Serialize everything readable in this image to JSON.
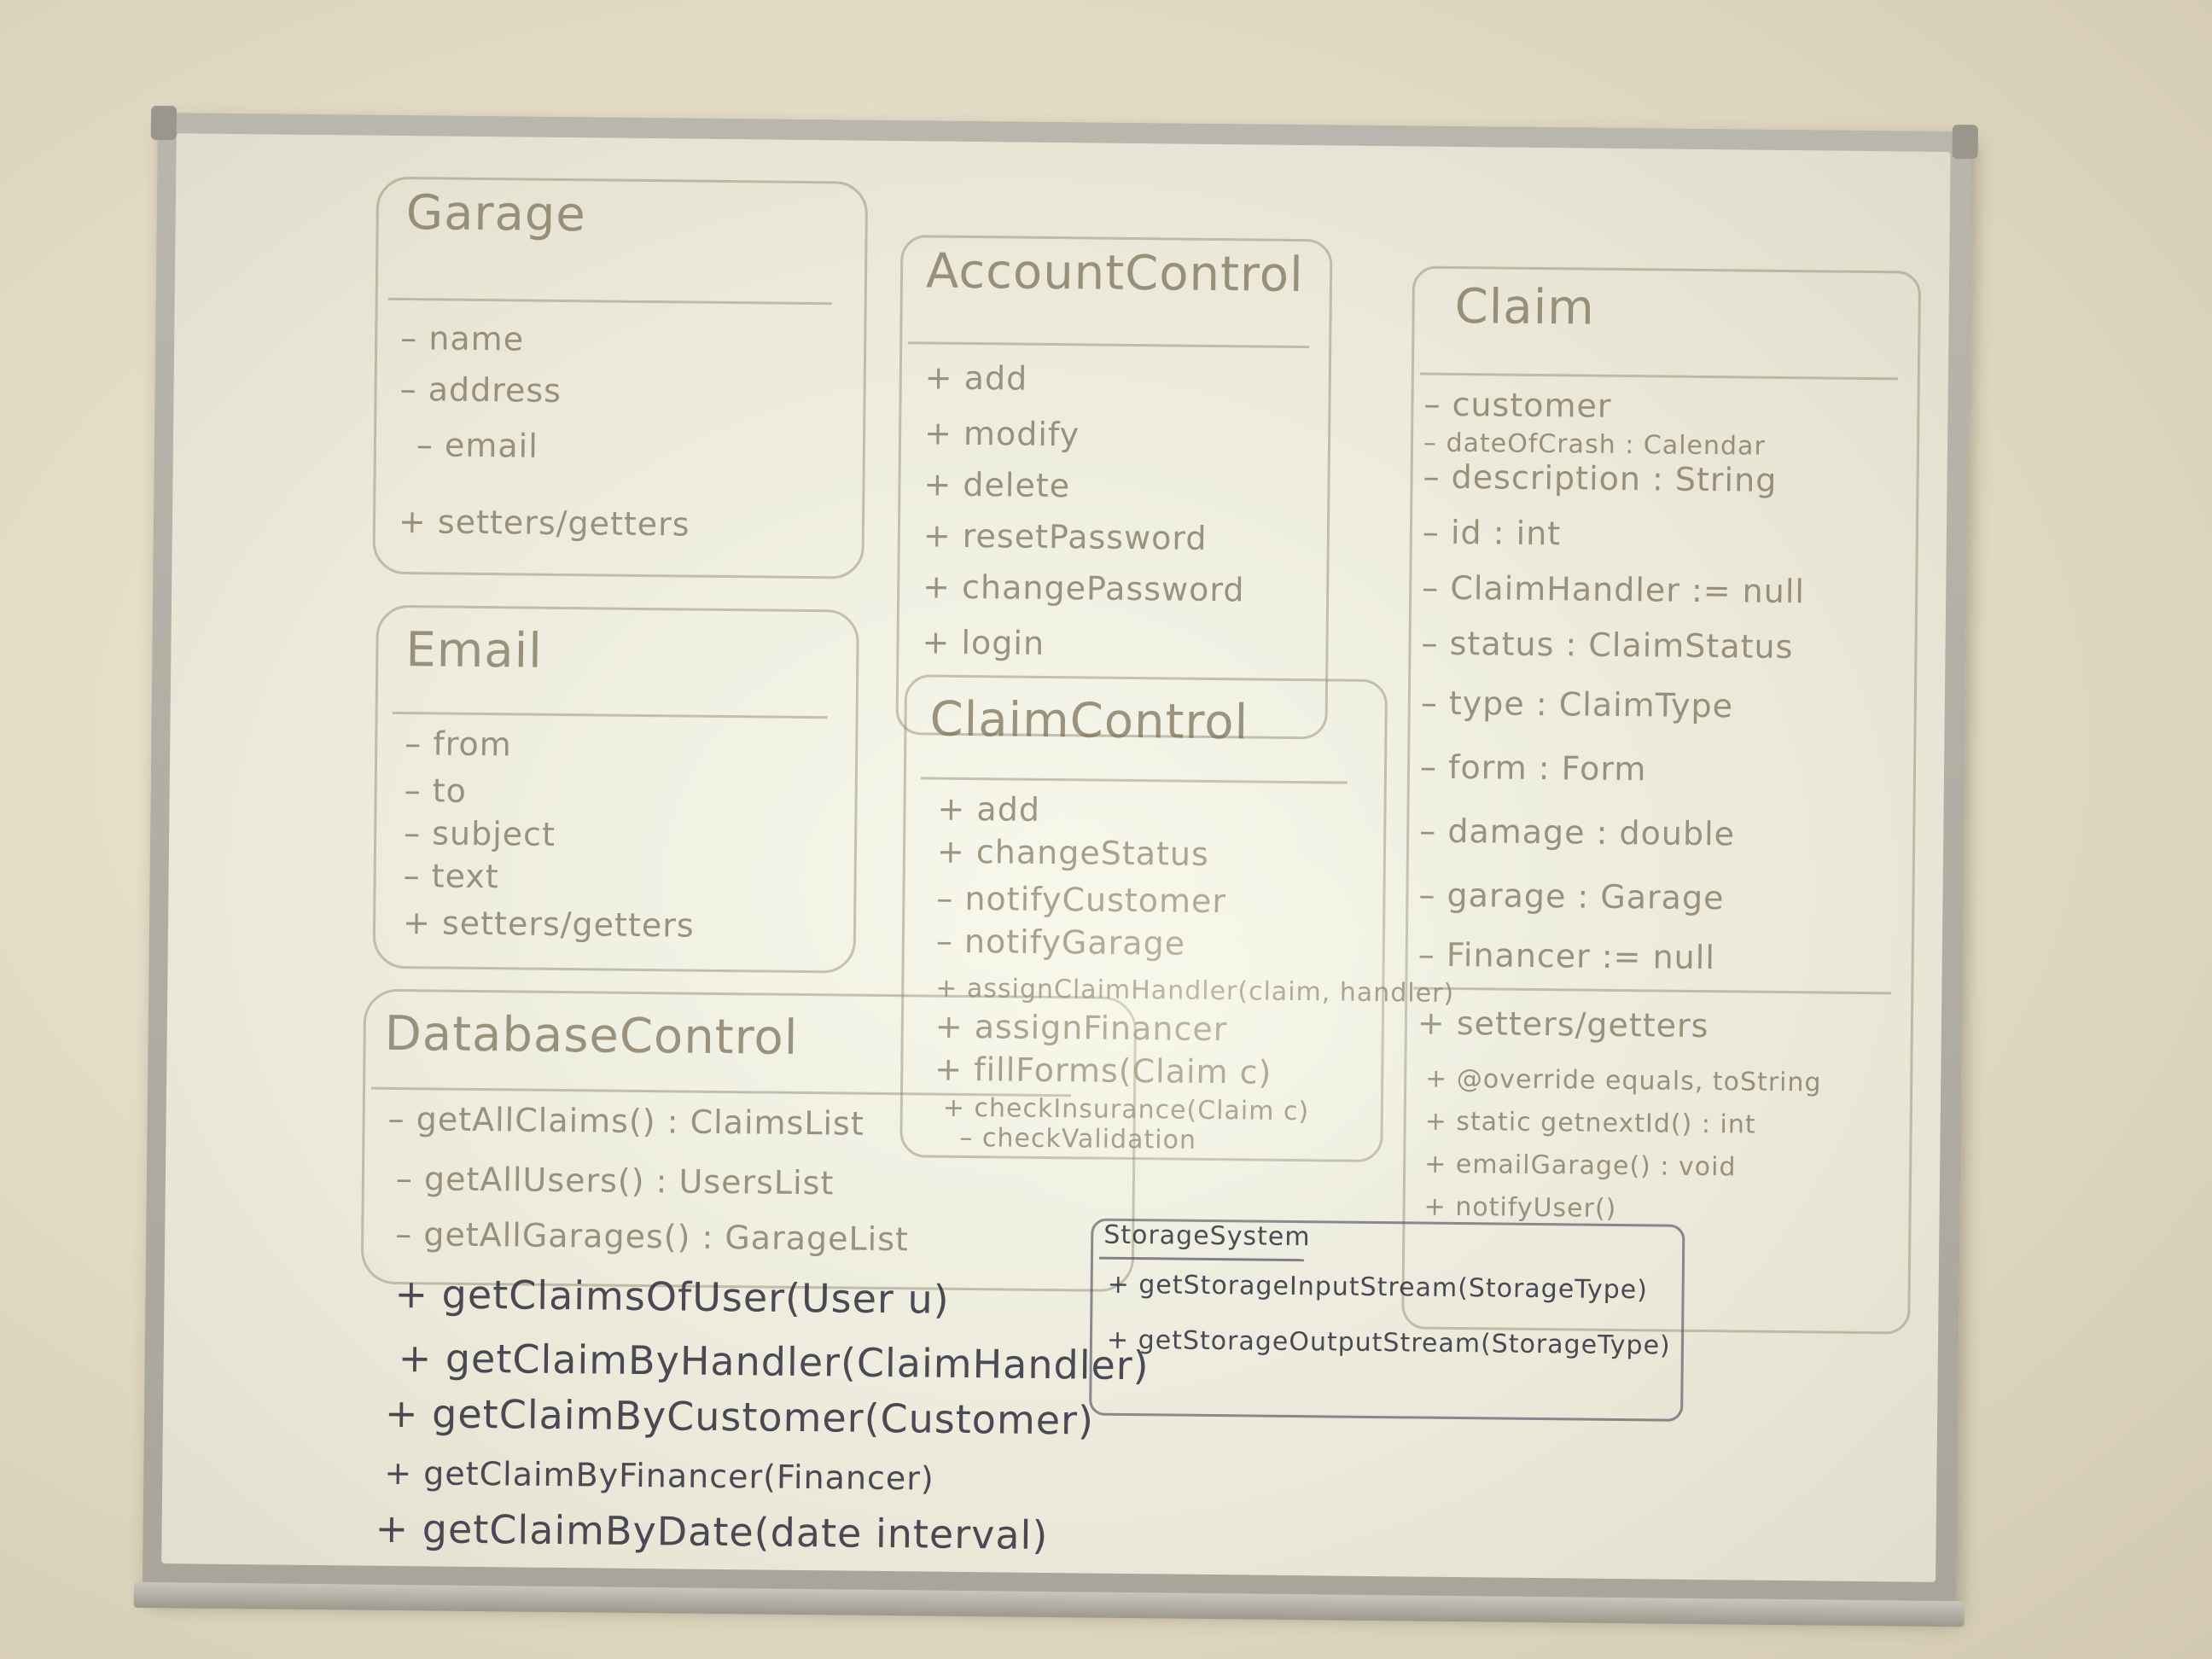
{
  "garage": {
    "title": "Garage",
    "items": [
      "– name",
      "– address",
      "– email",
      "+ setters/getters"
    ]
  },
  "email": {
    "title": "Email",
    "items": [
      "– from",
      "– to",
      "– subject",
      "– text",
      "+ setters/getters"
    ]
  },
  "account_control": {
    "title": "AccountControl",
    "items": [
      "+ add",
      "+ modify",
      "+ delete",
      "+ resetPassword",
      "+ changePassword",
      "+ login"
    ]
  },
  "claim_control": {
    "title": "ClaimControl",
    "items": [
      "+ add",
      "+ changeStatus",
      "– notifyCustomer",
      "– notifyGarage",
      "+ assignClaimHandler(claim, handler)",
      "+ assignFinancer",
      "+ fillForms(Claim c)",
      "+ checkInsurance(Claim c)",
      "– checkValidation"
    ]
  },
  "claim": {
    "title": "Claim",
    "items": [
      "– customer",
      "– dateOfCrash : Calendar",
      "– description : String",
      "– id : int",
      "– ClaimHandler := null",
      "– status : ClaimStatus",
      "– type : ClaimType",
      "– form : Form",
      "– damage : double",
      "– garage : Garage",
      "– Financer := null"
    ],
    "methods": [
      "+ setters/getters",
      "+ @override equals, toString",
      "+ static getnextId() : int",
      "+ emailGarage() : void",
      "+ notifyUser()"
    ]
  },
  "database_control": {
    "title": "DatabaseControl",
    "items": [
      "– getAllClaims() : ClaimsList",
      "– getAllUsers() : UsersList",
      "– getAllGarages() : GarageList",
      "+ getClaimsOfUser(User u)",
      "+ getClaimByHandler(ClaimHandler)",
      "+ getClaimByCustomer(Customer)",
      "+ getClaimByFinancer(Financer)",
      "+ getClaimByDate(date interval)"
    ]
  },
  "storage_system": {
    "title": "StorageSystem",
    "items": [
      "+ getStorageInputStream(StorageType)",
      "+ getStorageOutputStream(StorageType)"
    ]
  }
}
